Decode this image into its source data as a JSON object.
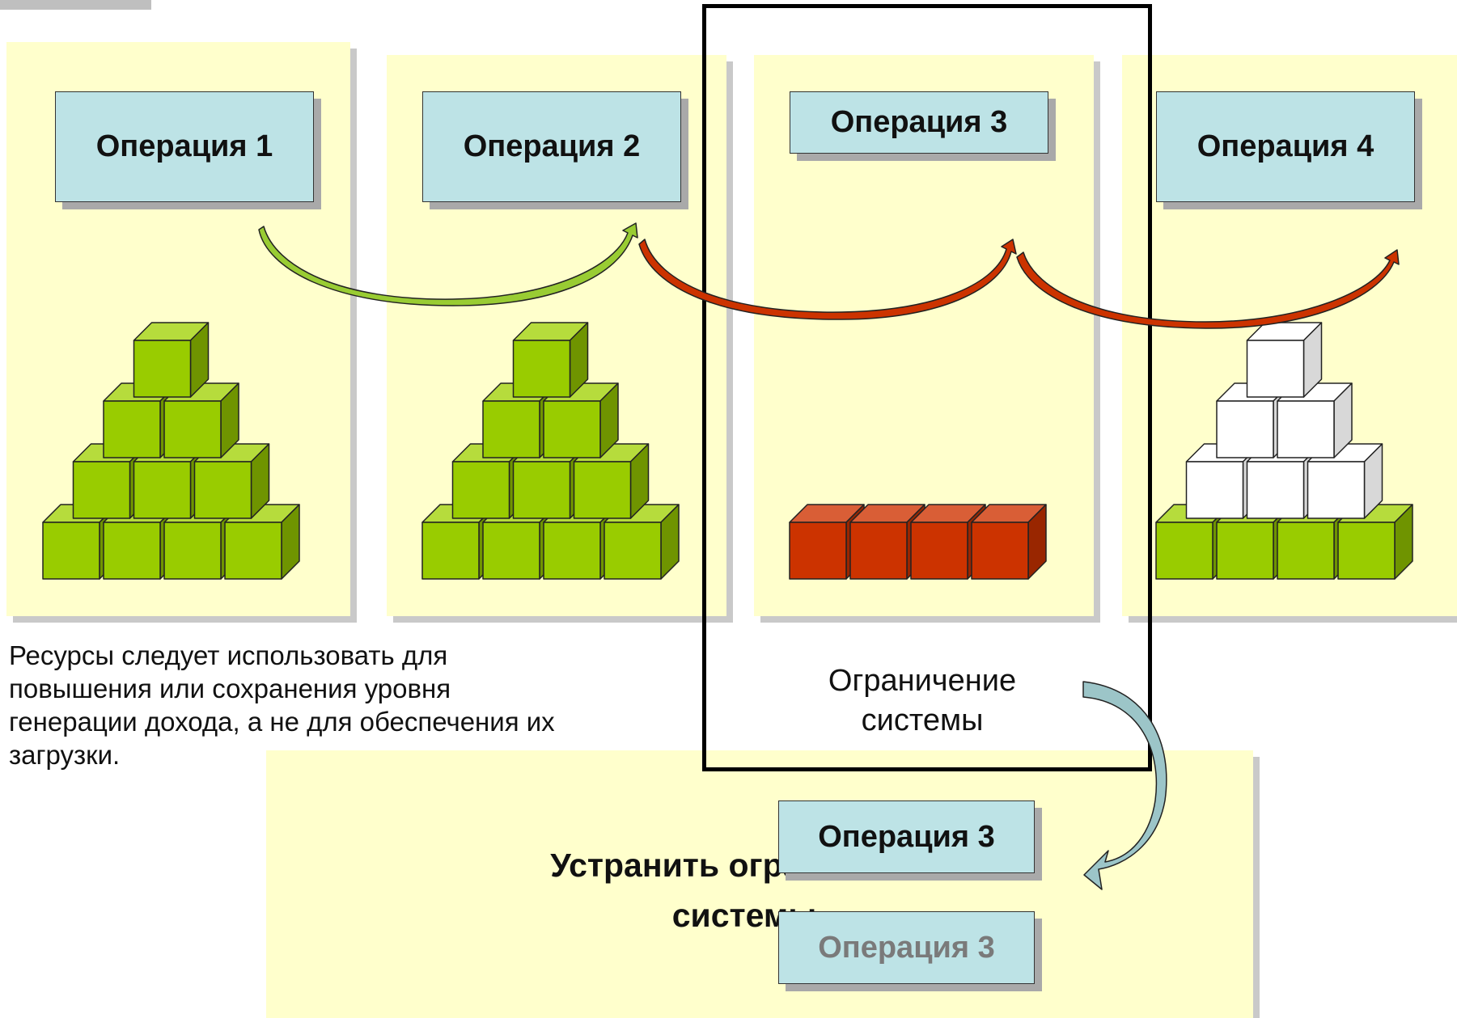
{
  "operations": [
    {
      "label": "Операция 1"
    },
    {
      "label": "Операция 2"
    },
    {
      "label": "Операция 3"
    },
    {
      "label": "Операция 4"
    }
  ],
  "note": {
    "lines": [
      "Ресурсы следует использовать для",
      "повышения или сохранения уровня",
      "генерации дохода, а не для обеспечения их",
      "загрузки."
    ]
  },
  "constraint": {
    "lines": [
      "Ограничение",
      "системы"
    ]
  },
  "eliminate": {
    "lines": [
      "Устранить ограничение",
      "системы"
    ],
    "op_top": "Операция 3",
    "op_bottom": "Операция 3"
  },
  "colors": {
    "column_bg": "#ffffcc",
    "op_box": "#bde3e6",
    "cube_green": "#99cc00",
    "cube_red": "#cc3300",
    "cube_white": "#ffffff",
    "arrow_green": "#99cc33",
    "arrow_red": "#cc3300",
    "arrow_teal": "#9cc5c8"
  },
  "stacks": [
    {
      "color": "green",
      "rows": [
        4,
        3,
        2,
        1
      ]
    },
    {
      "color": "green",
      "rows": [
        4,
        3,
        2,
        1
      ]
    },
    {
      "color": "red",
      "rows": [
        4
      ]
    },
    {
      "color": "mixed",
      "rows": [
        4,
        3,
        2,
        1
      ],
      "bottom_row_color": "green",
      "upper_rows_color": "white"
    }
  ]
}
